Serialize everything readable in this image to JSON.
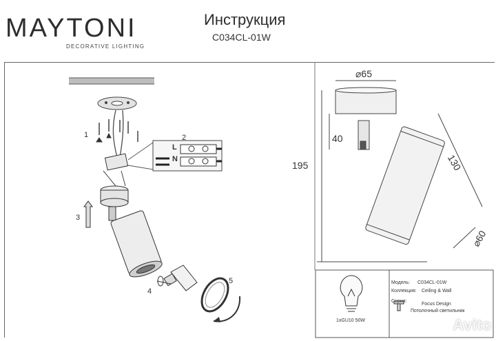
{
  "header": {
    "brand": "MAYTONI",
    "brand_tagline": "DECORATIVE LIGHTING",
    "title": "Инструкция",
    "model": "C034CL-01W"
  },
  "steps": [
    "1",
    "2",
    "3",
    "4",
    "5"
  ],
  "wiring": {
    "live": "L",
    "neutral": "N"
  },
  "dimensions": {
    "diameter_base": "⌀65",
    "base_height": "40",
    "total_height": "195",
    "body_length": "130",
    "body_diameter": "⌀60"
  },
  "spec_table": {
    "model_label": "Модель:",
    "model_value": "C034CL-01W",
    "collection_label": "Коллекция:",
    "collection_value": "Ceiling & Wall",
    "series_label": "Серия:",
    "series_value": "Focus Design",
    "type_value": "Потолочный светильник",
    "lamp": "1xGU10 50W"
  },
  "watermark": "Avito"
}
